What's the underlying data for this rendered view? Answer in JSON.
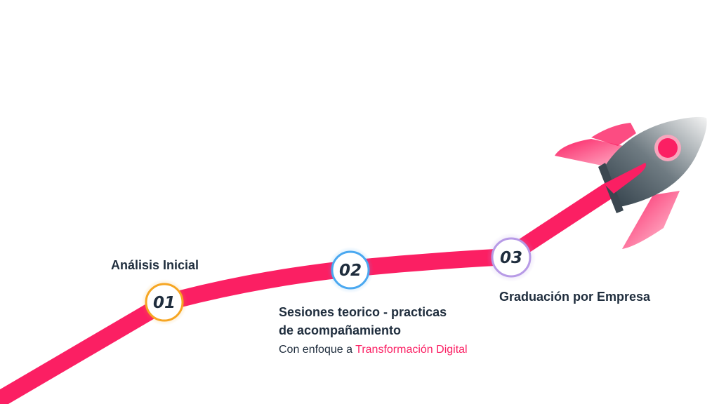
{
  "steps": [
    {
      "number": "01",
      "title": "Análisis Inicial",
      "ring_color": "#f6a623"
    },
    {
      "number": "02",
      "title_line1": "Sesiones teorico - practicas",
      "title_line2": "de acompañamiento",
      "subtitle_prefix": "Con enfoque a ",
      "subtitle_highlight": "Transformación Digital",
      "ring_color": "#4aa8f0"
    },
    {
      "number": "03",
      "title": "Graduación por Empresa",
      "ring_color": "#b79ae6"
    }
  ],
  "colors": {
    "path": "#fb1f63",
    "text": "#1f2d3d",
    "highlight": "#fb1f63"
  },
  "rocket_icon": "rocket-icon"
}
